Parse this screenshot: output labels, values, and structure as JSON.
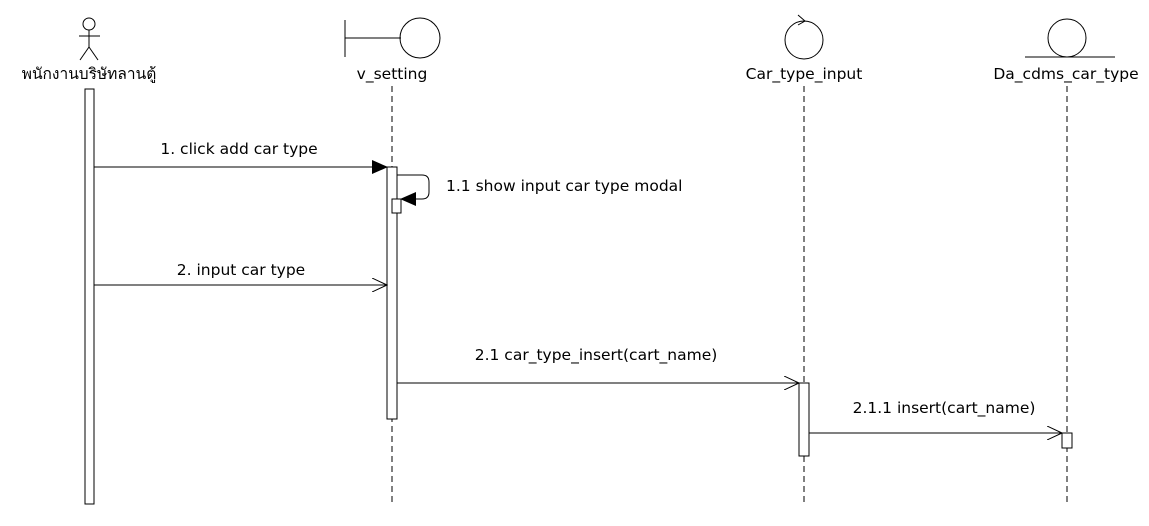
{
  "participants": [
    {
      "id": "actor",
      "kind": "actor",
      "label": "พนักงานบริษัทลานตู้"
    },
    {
      "id": "boundary",
      "kind": "boundary",
      "label": "v_setting"
    },
    {
      "id": "control",
      "kind": "control",
      "label": "Car_type_input"
    },
    {
      "id": "entity",
      "kind": "entity",
      "label": "Da_cdms_car_type"
    }
  ],
  "messages": [
    {
      "label": "1. click add car type",
      "type": "synchronous"
    },
    {
      "label": "1.1 show input car type modal",
      "type": "self"
    },
    {
      "label": "2. input car type",
      "type": "asynchronous"
    },
    {
      "label": "2.1 car_type_insert(cart_name)",
      "type": "asynchronous"
    },
    {
      "label": "2.1.1 insert(cart_name)",
      "type": "asynchronous"
    }
  ]
}
